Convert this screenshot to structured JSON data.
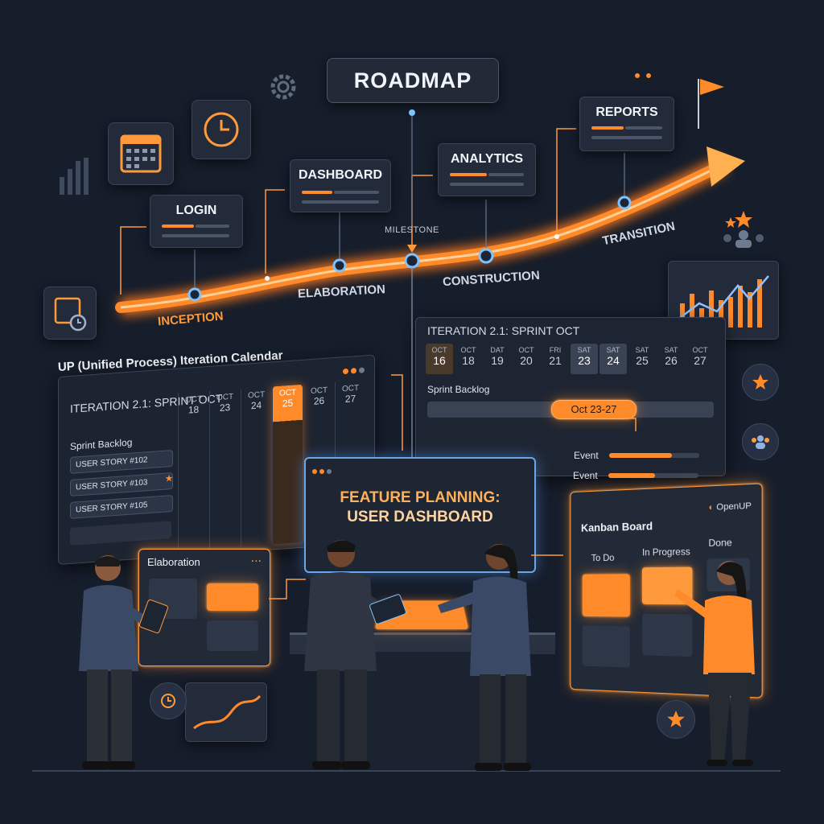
{
  "roadmap": {
    "title": "ROADMAP",
    "milestone_label": "MILESTONE",
    "phases": [
      "INCEPTION",
      "ELABORATION",
      "CONSTRUCTION",
      "TRANSITION"
    ],
    "cards": [
      "LOGIN",
      "DASHBOARD",
      "ANALYTICS",
      "REPORTS"
    ]
  },
  "calendar": {
    "heading": "UP (Unified Process) Iteration Calendar",
    "iteration_title": "ITERATION 2.1: SPRINT OCT",
    "days": [
      {
        "month": "OCT",
        "day": "18"
      },
      {
        "month": "OCT",
        "day": "23"
      },
      {
        "month": "OCT",
        "day": "24"
      },
      {
        "month": "OCT",
        "day": "25"
      },
      {
        "month": "OCT",
        "day": "26"
      },
      {
        "month": "OCT",
        "day": "27"
      }
    ],
    "backlog_label": "Sprint Backlog",
    "stories": [
      "USER STORY #102",
      "USER STORY #103",
      "USER STORY #105"
    ]
  },
  "sprint": {
    "iteration_title": "ITERATION 2.1: SPRINT OCT",
    "days": [
      {
        "month": "OCT",
        "day": "16"
      },
      {
        "month": "OCT",
        "day": "18"
      },
      {
        "month": "DAT",
        "day": "19"
      },
      {
        "month": "OCT",
        "day": "20"
      },
      {
        "month": "FRI",
        "day": "21"
      },
      {
        "month": "SAT",
        "day": "23"
      },
      {
        "month": "SAT",
        "day": "24"
      },
      {
        "month": "SAT",
        "day": "25"
      },
      {
        "month": "SAT",
        "day": "26"
      },
      {
        "month": "OCT",
        "day": "27"
      }
    ],
    "backlog_label": "Sprint Backlog",
    "range_label": "Oct 23-27",
    "events": [
      "Event",
      "Event"
    ]
  },
  "feature": {
    "title_line1": "FEATURE PLANNING:",
    "title_line2": "USER DASHBOARD"
  },
  "elaboration": {
    "title": "Elaboration",
    "menu": "..."
  },
  "kanban": {
    "title": "Kanban Board",
    "brand": "OpenUP",
    "columns": [
      "To Do",
      "In Progress",
      "Done"
    ]
  },
  "colors": {
    "accent": "#ff8a2a",
    "bg": "#161d2b",
    "node": "#6fb6ff"
  }
}
